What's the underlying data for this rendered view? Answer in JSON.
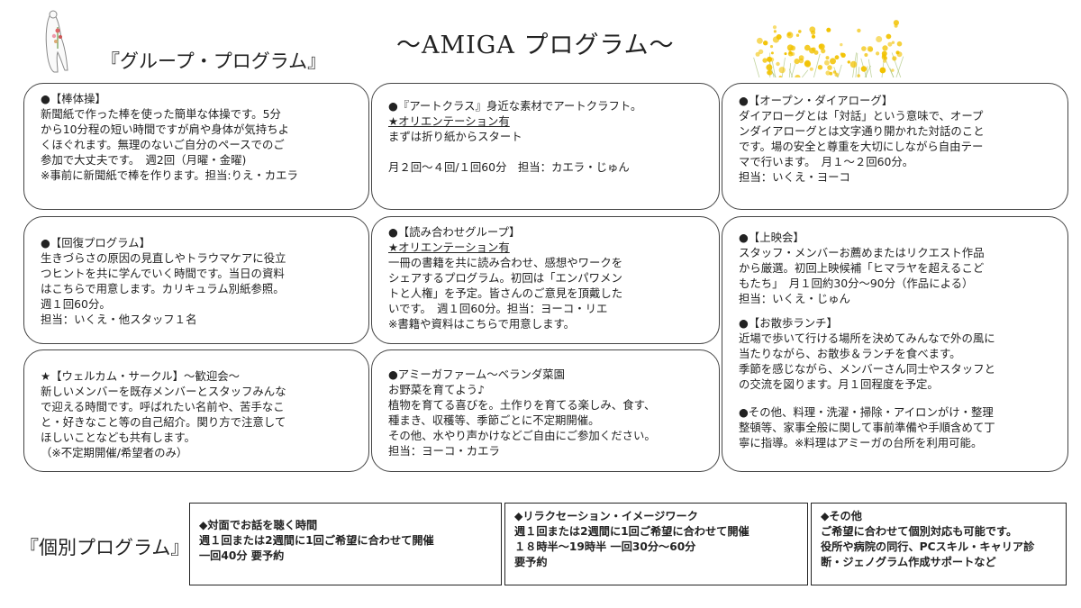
{
  "header": {
    "title": "～AMIGA プログラム～",
    "group_label": "『グループ・プログラム』",
    "individual_label": "『個別プログラム』"
  },
  "cards": {
    "bou": {
      "head": "●【棒体操】",
      "body": "新聞紙で作った棒を使った簡単な体操です。5分\nから10分程の短い時間ですが肩や身体が気持ちよ\nくほぐれます。無理のないご自分のペースでのご\n参加で大丈夫です。　週2回（月曜・金曜)\n※事前に新聞紙で棒を作ります。担当:りえ・カエラ"
    },
    "art": {
      "head": "●『アートクラス』身近な素材でアートクラフト。",
      "star": "★オリエンテーション有",
      "body": "まずは折り紙からスタート\n\n月２回～４回/１回60分　担当：カエラ・じゅん"
    },
    "open": {
      "head": "●【オープン・ダイアローグ】",
      "body": "ダイアローグとは「対話」という意味で、オープ\nンダイアローグとは文字通り開かれた対話のこと\nです。場の安全と尊重を大切にしながら自由テー\nマで行います。　月１～２回60分。\n担当：いくえ・ヨーコ"
    },
    "kaifuku": {
      "head": "●【回復プログラム】",
      "body": "生きづらさの原因の見直しやトラウマケアに役立\nつヒントを共に学んでいく時間です。当日の資料\nはこちらで用意します。カリキュラム別紙参照。\n週１回60分。\n担当：いくえ・他スタッフ１名"
    },
    "yomi": {
      "head": "●【読み合わせグループ】",
      "star": "★オリエンテーション有",
      "body": "一冊の書籍を共に読み合わせ、感想やワークを\nシェアするプログラム。初回は「エンパワメン\nトと人権」を予定。皆さんのご意見を頂戴した\nいです。　週１回60分。担当：ヨーコ・リエ\n※書籍や資料はこちらで用意します。"
    },
    "joei": {
      "head": "●【上映会】",
      "body": "スタッフ・メンバーお薦めまたはリクエスト作品\nから厳選。初回上映候補「ヒマラヤを超えるこど\nもたち」　月１回約30分～90分（作品による）\n担当：いくえ・じゅん",
      "head2": "●【お散歩ランチ】",
      "body2": "近場で歩いて行ける場所を決めてみんなで外の風に\n当たりながら、お散歩＆ランチを食べます。\n季節を感じながら、メンバーさん同士やスタッフと\nの交流を図ります。月１回程度を予定。",
      "body3": "●その他、料理・洗濯・掃除・アイロンがけ・整理\n整頓等、家事全般に関して事前準備や手順含めて丁\n寧に指導。※料理はアミーガの台所を利用可能。"
    },
    "welcome": {
      "head": "★【ウェルカム・サークル】～歓迎会～",
      "body": "新しいメンバーを既存メンバーとスタッフみんな\nで迎える時間です。呼ばれたい名前や、苦手なこ\nと・好きなこと等の自己紹介。関り方で注意して\nほしいことなども共有します。\n（※不定期開催/希望者のみ）"
    },
    "farm": {
      "head": "●アミーガファーム～ベランダ菜園",
      "body": "お野菜を育てよう♪\n植物を育てる喜びを。土作りを育てる楽しみ、食す、\n種まき、収穫等、季節ごとに不定期開催。\nその他、水やり声かけなどご自由にご参加ください。\n担当：ヨーコ・カエラ"
    }
  },
  "individual": {
    "taimen": "◆対面でお話を聴く時間\n週１回または2週間に1回ご希望に合わせて開催\n一回40分 要予約",
    "relax": "◆リラクセーション・イメージワーク\n週１回または2週間に1回ご希望に合わせて開催\n１８時半～19時半 一回30分～60分\n要予約",
    "other": "◆その他\nご希望に合わせて個別対応も可能です。\n役所や病院の同行、PCスキル・キャリア診\n断・ジェノグラム作成サポートなど"
  },
  "colors": {
    "flower": "#f2c200",
    "border": "#444444"
  }
}
